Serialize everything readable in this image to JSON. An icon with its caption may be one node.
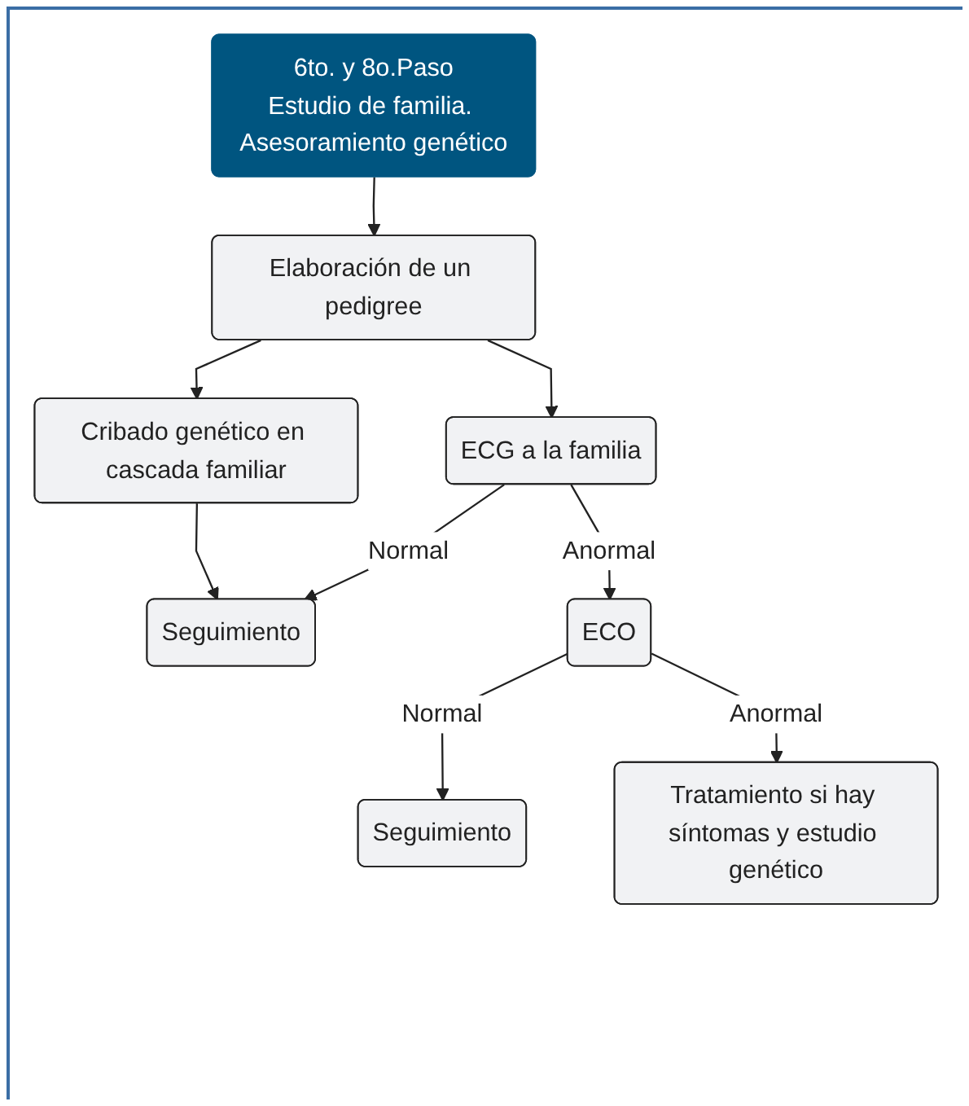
{
  "diagram": {
    "nodes": [
      {
        "text": [
          "6to. y 8o.Paso",
          "Estudio de familia. Asesoramiento genético"
        ]
      },
      {
        "text": [
          "Elaboración de un pedigree"
        ]
      },
      {
        "text": [
          "Cribado genético en cascada familiar"
        ]
      },
      {
        "text": [
          "ECG a la familia"
        ]
      },
      {
        "text": [
          "Seguimiento"
        ]
      },
      {
        "text": [
          "ECO"
        ]
      },
      {
        "text": [
          "Seguimiento"
        ]
      },
      {
        "text": [
          "Tratamiento si hay síntomas y estudio genético"
        ]
      }
    ],
    "edges": [
      {
        "from": 0,
        "to": 1,
        "arrow": "to"
      },
      {
        "from": 1,
        "to": 3,
        "arrow": "to"
      },
      {
        "from": 1,
        "to": 2,
        "arrow": "to"
      },
      {
        "from": 2,
        "to": 4,
        "arrow": "to"
      },
      {
        "from": 3,
        "to": 4,
        "arrow": "to",
        "label": "Normal"
      },
      {
        "from": 3,
        "to": 5,
        "arrow": "to",
        "label": "Anormal"
      },
      {
        "from": 5,
        "to": 6,
        "arrow": "to",
        "label": "Normal"
      },
      {
        "from": 5,
        "to": 7,
        "arrow": "to",
        "label": "Anormal"
      }
    ]
  }
}
